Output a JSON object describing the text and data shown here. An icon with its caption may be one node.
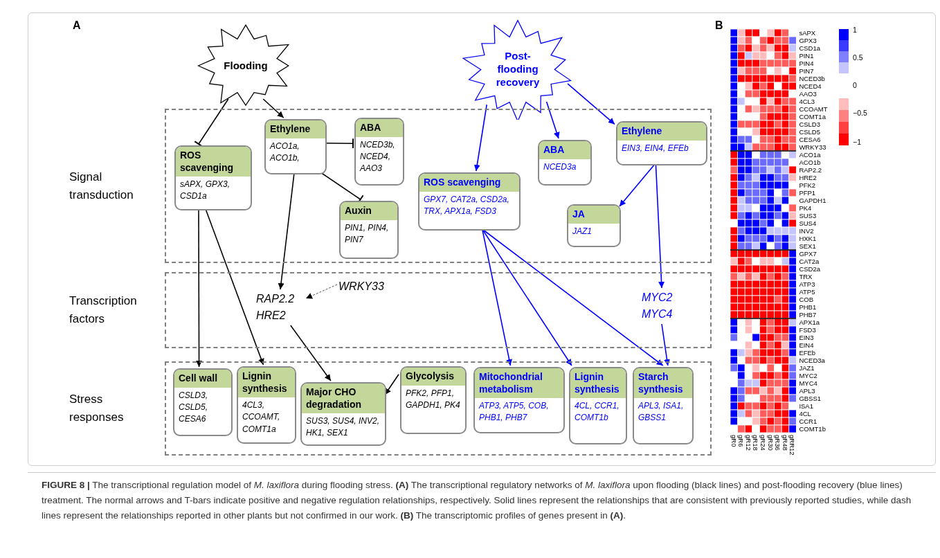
{
  "diagram": {
    "caption": "**FIGURE 8 |** The transcriptional regulation model of *M. laxiflora* during flooding stress. **(A)** The transcriptional regulatory networks of *M. laxiflora* upon flooding (black lines) and post-flooding recovery (blue lines) treatment. The normal arrows and T-bars indicate positive and negative regulation relationships, respectively. Solid lines represent the relationships that are consistent with previously reported studies, while dash lines represent the relationships reported in other plants but not confirmed in our work. **(B)** The transcriptomic profiles of genes present in **(A)**.",
    "nodes": [
      {
        "text": [
          "Flooding"
        ]
      },
      {
        "text": [
          "Post-flooding recovery"
        ]
      },
      {
        "text": [
          "Signal transduction"
        ]
      },
      {
        "text": [
          "Transcription factors"
        ]
      },
      {
        "text": [
          "Stress responses"
        ]
      },
      {
        "text": [
          "ROS scavenging",
          "sAPX, GPX3, CSD1a"
        ],
        "in": 2
      },
      {
        "text": [
          "Ethylene",
          "ACO1a, ACO1b,"
        ],
        "in": 2
      },
      {
        "text": [
          "ABA",
          "NCED3b, NCED4, AAO3"
        ],
        "in": 2
      },
      {
        "text": [
          "Auxin",
          "PIN1, PIN4, PIN7"
        ],
        "in": 2
      },
      {
        "text": [
          "ROS scavenging",
          "GPX7, CAT2a, CSD2a, TRX, APX1a, FSD3"
        ],
        "in": 2
      },
      {
        "text": [
          "ABA",
          "NCED3a"
        ],
        "in": 2
      },
      {
        "text": [
          "Ethylene",
          "EIN3, EIN4, EFEb"
        ],
        "in": 2
      },
      {
        "text": [
          "JA",
          "JAZ1"
        ],
        "in": 2
      },
      {
        "text": [
          "RAP2.2 HRE2"
        ],
        "in": 3
      },
      {
        "text": [
          "WRKY33"
        ],
        "in": 3
      },
      {
        "text": [
          "MYC2 MYC4"
        ],
        "in": 3
      },
      {
        "text": [
          "Cell wall",
          "CSLD3, CSLD5, CESA6"
        ],
        "in": 4
      },
      {
        "text": [
          "Lignin synthesis",
          "4CL3, CCOAMT, COMT1a"
        ],
        "in": 4
      },
      {
        "text": [
          "Major CHO degradation",
          "SUS3, SUS4, INV2, HK1, SEX1"
        ],
        "in": 4
      },
      {
        "text": [
          "Glycolysis",
          "PFK2, PFP1, GAPDH1, PK4"
        ],
        "in": 4
      },
      {
        "text": [
          "Mitochondrial metabolism",
          "ATP3, ATP5, COB, PHB1, PHB7"
        ],
        "in": 4
      },
      {
        "text": [
          "Lignin synthesis",
          "4CL, CCR1, COMT1b"
        ],
        "in": 4
      },
      {
        "text": [
          "Starch synthesis",
          "APL3, ISA1, GBSS1"
        ],
        "in": 4
      }
    ],
    "edges": [
      {
        "from": 0,
        "to": 5,
        "arrow": "other"
      },
      {
        "from": 0,
        "to": 6,
        "arrow": "to"
      },
      {
        "from": 6,
        "to": 7,
        "arrow": "other"
      },
      {
        "from": 6,
        "to": 8,
        "arrow": "other"
      },
      {
        "from": 6,
        "to": 13,
        "arrow": "to"
      },
      {
        "from": 5,
        "to": 16,
        "arrow": "to"
      },
      {
        "from": 5,
        "to": 17,
        "arrow": "to"
      },
      {
        "from": 14,
        "to": 13,
        "arrow": "to",
        "style": "dashed"
      },
      {
        "from": 13,
        "to": 18,
        "arrow": "to"
      },
      {
        "from": 19,
        "to": 18,
        "arrow": "to"
      },
      {
        "from": 1,
        "to": 9,
        "arrow": "to",
        "color": "#0000ff"
      },
      {
        "from": 1,
        "to": 10,
        "arrow": "to",
        "color": "#0000ff"
      },
      {
        "from": 1,
        "to": 11,
        "arrow": "to",
        "color": "#0000ff"
      },
      {
        "from": 11,
        "to": 12,
        "arrow": "to",
        "color": "#0000ff"
      },
      {
        "from": 11,
        "to": 15,
        "arrow": "to",
        "color": "#0000ff"
      },
      {
        "from": 9,
        "to": 20,
        "arrow": "to",
        "color": "#0000ff"
      },
      {
        "from": 9,
        "to": 21,
        "arrow": "to",
        "color": "#0000ff"
      },
      {
        "from": 9,
        "to": 22,
        "arrow": "to",
        "color": "#0000ff"
      },
      {
        "from": 15,
        "to": 22,
        "arrow": "to",
        "color": "#0000ff"
      }
    ],
    "labels": [
      "A",
      "B",
      "sAPX",
      "GPX3",
      "CSD1a",
      "PIN1",
      "PIN4",
      "PIN7",
      "NCED3b",
      "NCED4",
      "AAO3",
      "4CL3",
      "CCOAMT",
      "COMT1a",
      "CSLD3",
      "CSLD5",
      "CESA6",
      "WRKY33",
      "ACO1a",
      "ACO1b",
      "RAP2.2",
      "HRE2",
      "PFK2",
      "PFP1",
      "GAPDH1",
      "PK4",
      "SUS3",
      "SUS4",
      "INV2",
      "HXK1",
      "SEX1",
      "GPX7",
      "CAT2a",
      "CSD2a",
      "TRX",
      "ATP3",
      "ATP5",
      "COB",
      "PHB1",
      "PHB7",
      "APX1a",
      "FSD3",
      "EIN3",
      "EIN4",
      "EFEb",
      "NCED3a",
      "JAZ1",
      "MYC2",
      "MYC4",
      "APL3",
      "GBSS1",
      "ISA1",
      "4CL",
      "CCR1",
      "COMT1b",
      "gR0",
      "gR6",
      "gR12",
      "gR18",
      "gR24",
      "gR30",
      "gR36",
      "gR48",
      "gRR12",
      "1",
      "0.5",
      "0",
      "−0.5",
      "−1"
    ]
  }
}
